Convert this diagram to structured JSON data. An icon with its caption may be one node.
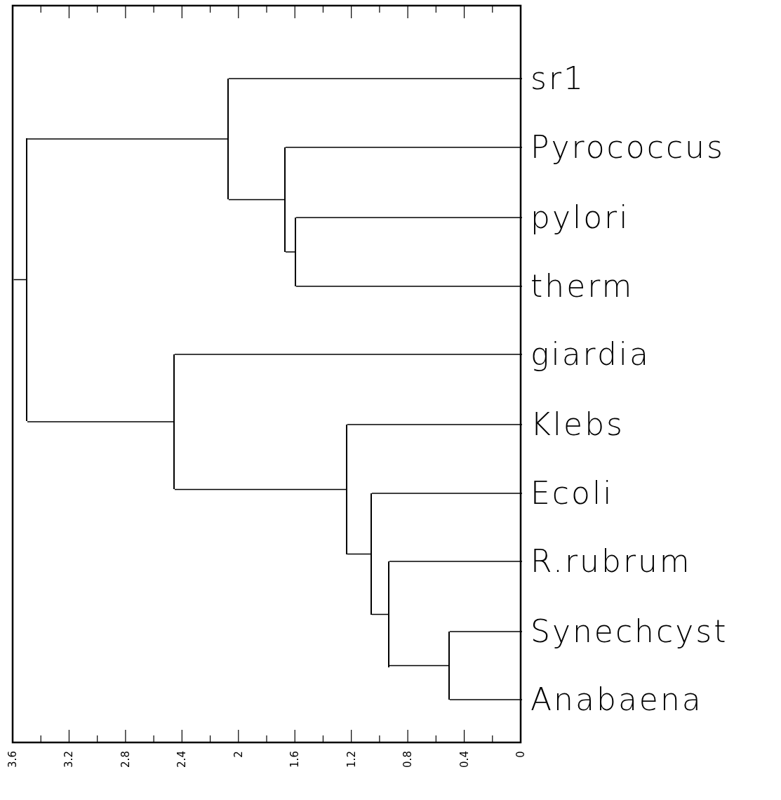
{
  "diagram": {
    "nodes": [
      {
        "text": [
          "sr1"
        ]
      },
      {
        "text": [
          "Pyrococcus"
        ]
      },
      {
        "text": [
          "pylori"
        ]
      },
      {
        "text": [
          "therm"
        ]
      },
      {
        "text": [
          "giardia"
        ]
      },
      {
        "text": [
          "Klebs"
        ]
      },
      {
        "text": [
          "Ecoli"
        ]
      },
      {
        "text": [
          "R.rubrum"
        ]
      },
      {
        "text": [
          "Synechcyst"
        ]
      },
      {
        "text": [
          "Anabaena"
        ]
      },
      {
        "text": [],
        "shape": "bar"
      },
      {
        "text": [],
        "shape": "bar"
      },
      {
        "text": [],
        "shape": "bar"
      },
      {
        "text": [],
        "shape": "bar"
      },
      {
        "text": [],
        "shape": "bar"
      },
      {
        "text": [],
        "shape": "bar"
      },
      {
        "text": [],
        "shape": "bar"
      },
      {
        "text": [],
        "shape": "bar"
      },
      {
        "text": [],
        "shape": "bar"
      }
    ],
    "edges": [
      {
        "from": null,
        "to": 10,
        "arrow": "none"
      },
      {
        "from": 10,
        "to": 12,
        "arrow": "none"
      },
      {
        "from": 10,
        "to": 11,
        "arrow": "none"
      },
      {
        "from": 12,
        "to": 0,
        "arrow": "none"
      },
      {
        "from": 12,
        "to": 13,
        "arrow": "none"
      },
      {
        "from": 13,
        "to": 1,
        "arrow": "none"
      },
      {
        "from": 13,
        "to": 14,
        "arrow": "none"
      },
      {
        "from": 14,
        "to": 2,
        "arrow": "none"
      },
      {
        "from": 14,
        "to": 3,
        "arrow": "none"
      },
      {
        "from": 11,
        "to": 4,
        "arrow": "none"
      },
      {
        "from": 11,
        "to": 15,
        "arrow": "none"
      },
      {
        "from": 15,
        "to": 5,
        "arrow": "none"
      },
      {
        "from": 15,
        "to": 16,
        "arrow": "none"
      },
      {
        "from": 16,
        "to": 6,
        "arrow": "none"
      },
      {
        "from": 16,
        "to": 17,
        "arrow": "none"
      },
      {
        "from": 17,
        "to": 7,
        "arrow": "none"
      },
      {
        "from": 17,
        "to": 18,
        "arrow": "none"
      },
      {
        "from": 18,
        "to": 8,
        "arrow": "none"
      },
      {
        "from": 18,
        "to": 9,
        "arrow": "none"
      }
    ],
    "labels": [
      "3.6",
      "3.2",
      "2.8",
      "2.4",
      "2",
      "1.6",
      "1.2",
      "0.8",
      "0.4",
      "0"
    ]
  }
}
